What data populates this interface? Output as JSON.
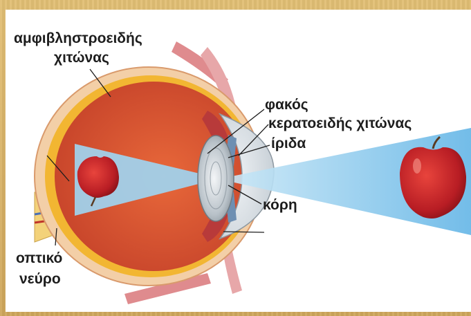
{
  "labels": {
    "retina_line1": "αμφιβληστροειδής",
    "retina_line2": "χιτώνας",
    "lens": "φακός",
    "cornea": "κερατοειδής χιτώνας",
    "iris": "ίριδα",
    "pupil": "κόρη",
    "optic_nerve_line1": "οπτικό",
    "optic_nerve_line2": "νεύρο"
  },
  "colors": {
    "background_frame": "#d9b46a",
    "eye_interior": "#d9542f",
    "sclera": "#f2c9a0",
    "light_beam": "#9fd4f0",
    "apple": "#c8232a"
  }
}
